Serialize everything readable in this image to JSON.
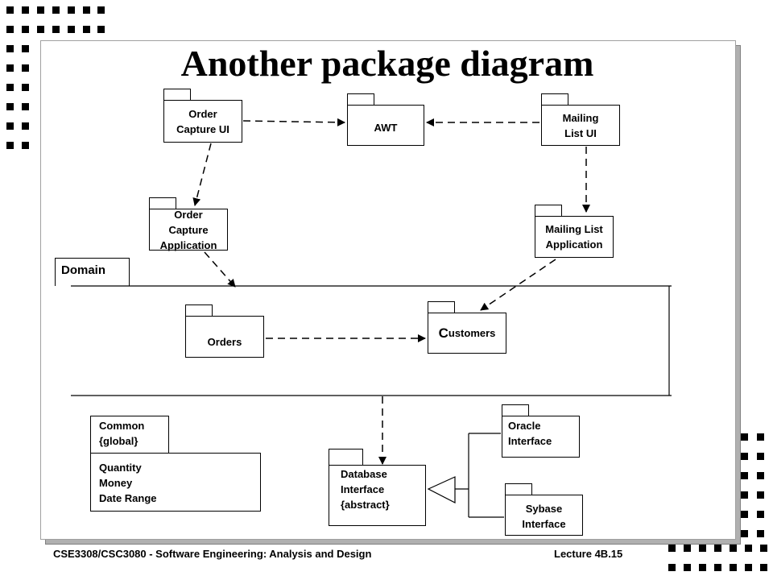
{
  "slide": {
    "title": "Another package diagram"
  },
  "packages": {
    "order_capture_ui": "Order\nCapture UI",
    "awt": "AWT",
    "mailing_list_ui": "Mailing\nList UI",
    "order_capture_application": "Order\nCapture\nApplication",
    "mailing_list_application": "Mailing List\nApplication",
    "domain": "Domain",
    "orders": "Orders",
    "customers_initial": "C",
    "customers_rest": "ustomers",
    "common_tab": "Common\n{global}",
    "common_body": "Quantity\nMoney\nDate Range",
    "database_interface": "Database\nInterface\n{abstract}",
    "oracle_interface": "Oracle\nInterface",
    "sybase_interface": "Sybase\nInterface"
  },
  "footer": {
    "course": "CSE3308/CSC3080 - Software Engineering: Analysis and Design",
    "lecture": "Lecture 4B.15"
  }
}
